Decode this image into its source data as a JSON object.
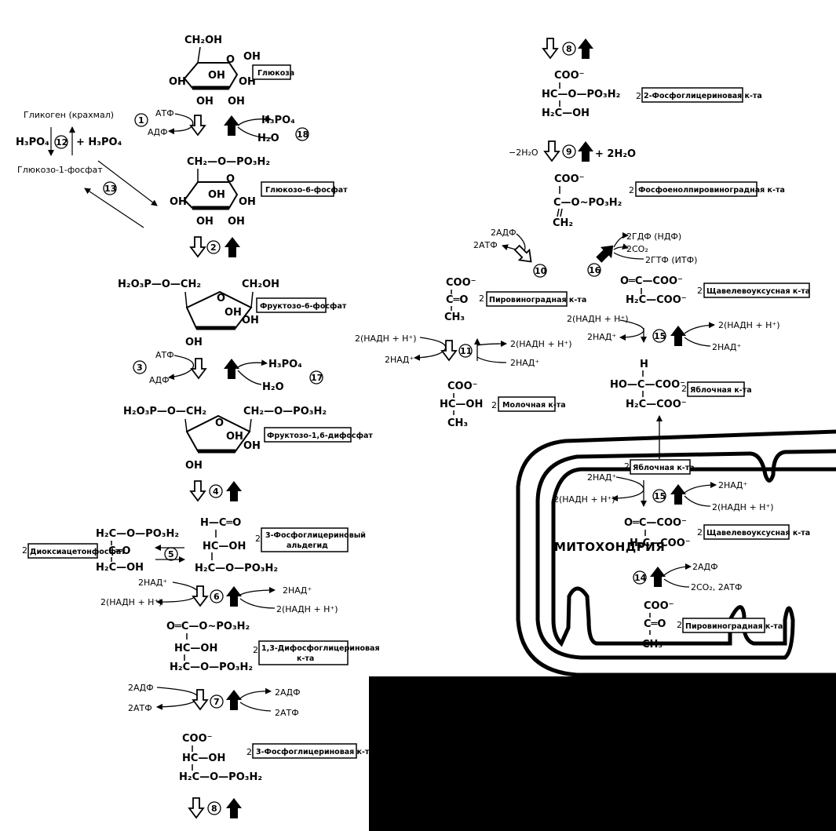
{
  "compounds": {
    "glucose": "Глюкоза",
    "glycogen": "Гликоген (крахмал)",
    "glucose1p": "Глюкозо-1-фосфат",
    "g6p": "Глюкозо-6-фосфат",
    "f6p": "Фруктозо-6-фосфат",
    "f16bp": "Фруктозо-1,6-дифосфат",
    "dhap": "Диоксиацетонфосфат",
    "gap_line1": "3-Фосфоглицериновый",
    "gap_line2": "альдегид",
    "bpg_line1": "1,3-Дифосфоглицериновая",
    "bpg_line2": "к-та",
    "pg3": "3-Фосфоглицериновая к-та",
    "pg2": "2-Фосфоглицериновая к-та",
    "pep": "Фосфоенолпировиноградная к-та",
    "pyruvate_cyt": "Пировиноградная к-та",
    "lactate": "Молочная к-та",
    "oaa_cyt": "Щавелевоуксусная к-та",
    "malate_cyt": "Яблочная к-та",
    "malate_mito": "Яблочная к-та",
    "oaa_mito": "Щавелевоуксусная к-та",
    "pyruvate_mito": "Пировиноградная к-та"
  },
  "formulas": {
    "ch2oh": "CH₂OH",
    "oh": "OH",
    "ch2_opo3h2": "CH₂—O—PO₃H₂",
    "h2o3p_o_ch2": "H₂O₃P—O—CH₂",
    "h2o3p_o_ch2b": "H₂O₃P—O—CH₂",
    "ch2_o_po3h2": "CH₂—O—PO₃H₂",
    "h3po4": "H₃PO₄",
    "h2o": "H₂O",
    "plus_h3po4": "+ H₃PO₄",
    "dhap_l1": "H₂C—O—PO₃H₂",
    "dhap_l2": "C═O",
    "dhap_l3": "H₂C—OH",
    "gap_l1": "H—C═O",
    "gap_l2": "HC—OH",
    "gap_l3": "H₂C—O—PO₃H₂",
    "bpg_l1": "O═C—O~PO₃H₂",
    "bpg_l2": "HC—OH",
    "bpg_l3": "H₂C—O—PO₃H₂",
    "pg3_l1": "COO⁻",
    "pg3_l2": "HC—OH",
    "pg3_l3": "H₂C—O—PO₃H₂",
    "pg2_l1": "COO⁻",
    "pg2_l2": "HC—O—PO₃H₂",
    "pg2_l3": "H₂C—OH",
    "pep_l1": "COO⁻",
    "pep_l2": "C—O~PO₃H₂",
    "pep_l3": "CH₂",
    "pyr_l1": "COO⁻",
    "pyr_l2": "C═O",
    "pyr_l3": "CH₃",
    "lac_l1": "COO⁻",
    "lac_l2": "HC—OH",
    "lac_l3": "CH₃",
    "oaa_l1": "O═C—COO⁻",
    "oaa_l2": "H₂C—COO⁻",
    "mal_l0": "H",
    "mal_l1": "HO—C—COO⁻",
    "mal_l2": "H₂C—COO⁻",
    "oaa_m_l1": "O═C—COO⁻",
    "oaa_m_l2": "H₂C—COO⁻",
    "pyr_m_l1": "COO⁻",
    "pyr_m_l2": "C═O",
    "pyr_m_l3": "CH₃"
  },
  "cofactors": {
    "atp": "АТФ",
    "adp": "АДФ",
    "two_adp": "2АДФ",
    "two_atp": "2АТФ",
    "two_nad": "2НАД⁺",
    "two_nadh": "2(НАДН + Н⁺)",
    "minus_2h2o": "−2H₂O",
    "plus_2h2o": "+ 2H₂O",
    "two_adp_b": "2АДФ",
    "two_atp_b": "2АТФ",
    "gdp": "2ГДФ (НДФ)",
    "co2": "2CO₂",
    "gtp": "2ГТФ (ИТФ)",
    "two_co2_atp": "2CO₂, 2АТФ"
  },
  "coeff": "2",
  "steps": [
    "1",
    "2",
    "3",
    "4",
    "5",
    "6",
    "7",
    "8",
    "9",
    "10",
    "11",
    "12",
    "13",
    "14",
    "15",
    "16",
    "17",
    "18"
  ],
  "mitochondria_label": "МИТОХОНДРИЯ",
  "colors": {
    "ink": "#000000",
    "paper": "#ffffff"
  }
}
